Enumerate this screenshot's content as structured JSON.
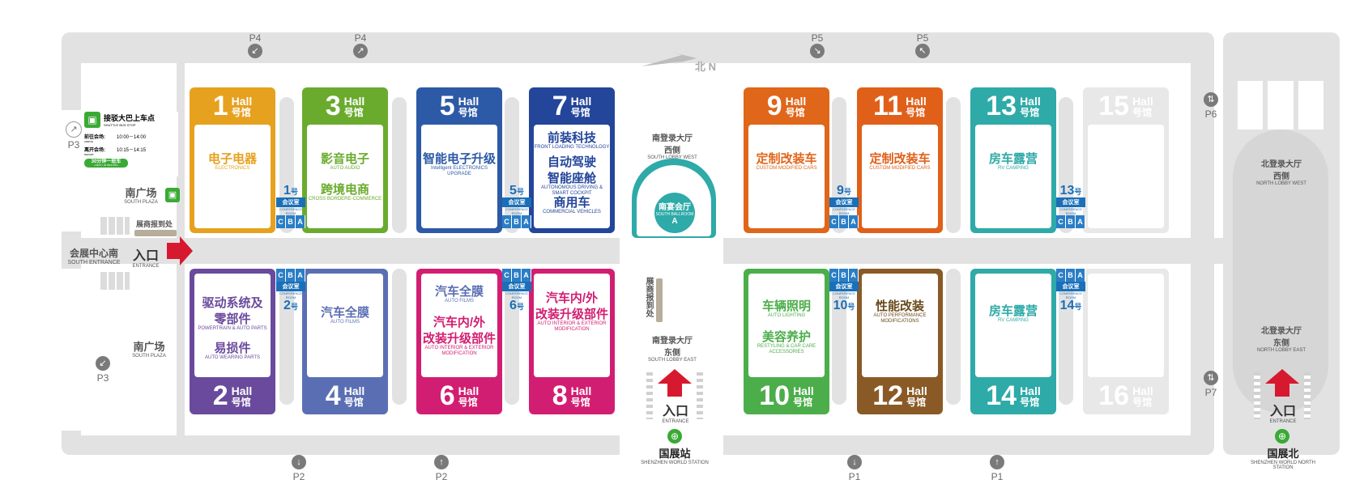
{
  "colors": {
    "hall1": "#e6a11f",
    "hall3": "#6aab2e",
    "hall5": "#2d5aa6",
    "hall7": "#23459a",
    "hall9": "#e0661a",
    "hall11": "#e0601a",
    "hall13": "#2eaaa8",
    "hall15": "#e8e8e8",
    "hall2": "#6a4a9c",
    "hall4": "#5a6fb3",
    "hall6": "#d21e72",
    "hall8": "#d21e72",
    "hall10": "#4cae4a",
    "hall12": "#8a5a26",
    "hall14": "#2eaaa8",
    "hall16": "#e8e8e8",
    "conference": "#1a6fb8",
    "entrance": "#d7192f",
    "metro": "#3aaa35"
  },
  "hall_word": "Hall",
  "hall_suffix": "号馆",
  "halls": {
    "h1": {
      "num": "1",
      "cats": [
        {
          "zh": "电子电器",
          "en": "ELECTRONICS"
        }
      ]
    },
    "h3": {
      "num": "3",
      "cats": [
        {
          "zh": "影音电子",
          "en": "AUTO AUDIO"
        },
        {
          "zh": "跨境电商",
          "en": "CROSS BORDERE-COMMERCE"
        }
      ]
    },
    "h5": {
      "num": "5",
      "cats": [
        {
          "zh": "智能电子升级",
          "en": "Intelligent ELECTRONICS UPGRADE"
        }
      ]
    },
    "h7": {
      "num": "7",
      "cats": [
        {
          "zh": "前装科技",
          "en": "FRONT LOADING TECHNOLOGY"
        },
        {
          "zh": "自动驾驶",
          "en": ""
        },
        {
          "zh": "智能座舱",
          "en": "AUTONOMOUS DRIVING & SMART COCKPIT"
        },
        {
          "zh": "商用车",
          "en": "COMMERCIAL VEHICLES"
        }
      ]
    },
    "h9": {
      "num": "9",
      "cats": [
        {
          "zh": "定制改装车",
          "en": "CUSTOM MODIFIED CARS"
        }
      ]
    },
    "h11": {
      "num": "11",
      "cats": [
        {
          "zh": "定制改装车",
          "en": "CUSTOM MODIFIED CARS"
        }
      ]
    },
    "h13": {
      "num": "13",
      "cats": [
        {
          "zh": "房车露营",
          "en": "RV CAMPING"
        }
      ]
    },
    "h15": {
      "num": "15",
      "cats": []
    },
    "h2": {
      "num": "2",
      "cats": [
        {
          "zh": "驱动系统及",
          "en": ""
        },
        {
          "zh": "零部件",
          "en": "POWERTRAIN & AUTO PARTS"
        },
        {
          "zh": "易损件",
          "en": "AUTO WEARING PARTS"
        }
      ]
    },
    "h4": {
      "num": "4",
      "cats": [
        {
          "zh": "汽车全膜",
          "en": "AUTO FILMS"
        }
      ]
    },
    "h6": {
      "num": "6",
      "cats": [
        {
          "zh": "汽车全膜",
          "en": "AUTO FILMS"
        },
        {
          "zh": "汽车内/外",
          "en": ""
        },
        {
          "zh": "改装升级部件",
          "en": "AUTO INTERIOR & EXTERIOR MODIFICATION"
        }
      ]
    },
    "h8": {
      "num": "8",
      "cats": [
        {
          "zh": "汽车内/外",
          "en": ""
        },
        {
          "zh": "改装升级部件",
          "en": "AUTO INTERIOR & EXTERIOR MODIFICATION"
        }
      ]
    },
    "h10": {
      "num": "10",
      "cats": [
        {
          "zh": "车辆照明",
          "en": "AUTO LIGHTING"
        },
        {
          "zh": "美容养护",
          "en": "RESTYLING & CAR CARE ACCESSORIES"
        }
      ]
    },
    "h12": {
      "num": "12",
      "cats": [
        {
          "zh": "性能改装",
          "en": "AUTO PERFORMANCE MODIFICATIONS"
        }
      ]
    },
    "h14": {
      "num": "14",
      "cats": [
        {
          "zh": "房车露营",
          "en": "RV CAMPING"
        }
      ]
    },
    "h16": {
      "num": "16",
      "cats": []
    }
  },
  "conference": {
    "zh": "会议室",
    "en": "CONFERENCE ROOM",
    "suffix": "号",
    "rooms": [
      "1",
      "2",
      "5",
      "6",
      "9",
      "10",
      "13",
      "14"
    ],
    "cba": [
      "C",
      "B",
      "A"
    ]
  },
  "parking": {
    "p1": "P1",
    "p2": "P2",
    "p3": "P3",
    "p4": "P4",
    "p5": "P5",
    "p6": "P6",
    "p7": "P7"
  },
  "north": "北 N",
  "shuttle": {
    "zh": "接驳大巴上车点",
    "en": "SHUTTLE BUS STOP",
    "rows": [
      {
        "zh": "前往会场:",
        "en": "ARRIVE",
        "time": "10:00－14:00"
      },
      {
        "zh": "离开会场:",
        "en": "DEPART",
        "time": "10:15－14:15"
      }
    ],
    "freq_zh": "30分钟一班车",
    "freq_en": "A BUS / 30 MINUTES"
  },
  "south_plaza": {
    "zh": "南广场",
    "en": "SOUTH PLAZA"
  },
  "registration": "展商报到处",
  "south_entrance": {
    "zh": "会展中心南",
    "en": "SOUTH ENTRANCE"
  },
  "entrance": {
    "zh": "入口",
    "en": "ENTRANCE"
  },
  "south_lobby_west": {
    "zh1": "南登录大厅",
    "zh2": "西侧",
    "en": "SOUTH LOBBY WEST"
  },
  "south_lobby_east": {
    "zh1": "南登录大厅",
    "zh2": "东侧",
    "en": "SOUTH LOBBY EAST"
  },
  "ballroom": {
    "zh": "南宴会厅",
    "en": "SOUTH BALLROOM",
    "letter": "A"
  },
  "reg_vertical": "展商报到处",
  "north_lobby_west": {
    "zh1": "北登录大厅",
    "zh2": "西侧",
    "en": "NORTH LOBBY WEST"
  },
  "north_lobby_east": {
    "zh1": "北登录大厅",
    "zh2": "东侧",
    "en": "NORTH LOBBY EAST"
  },
  "station": {
    "zh": "国展站",
    "en": "SHENZHEN WORLD STATION"
  },
  "station_north": {
    "zh": "国展北",
    "en": "SHENZHEN WORLD NORTH STATION"
  }
}
